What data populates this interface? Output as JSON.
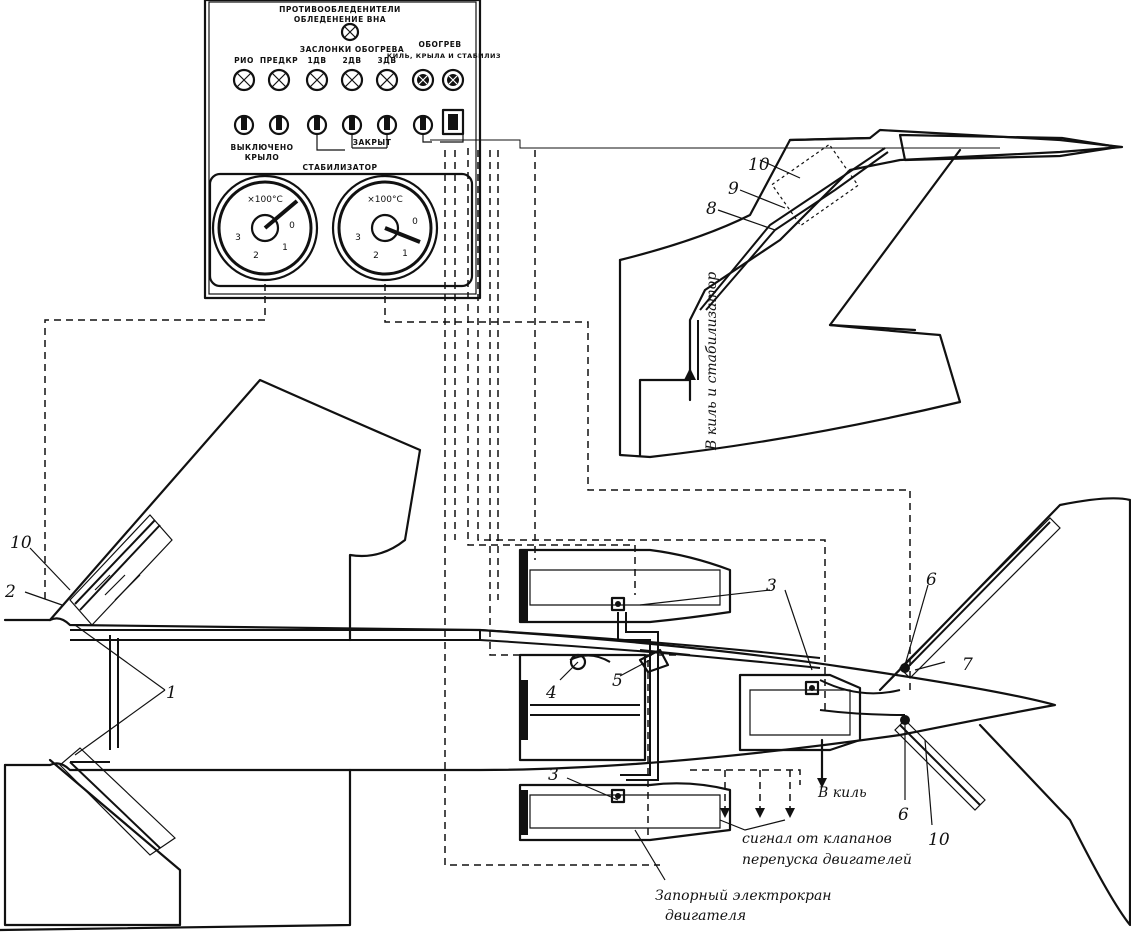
{
  "panel": {
    "title_line1": "ПРОТИВООБЛЕДЕНИТЕЛИ",
    "title_line2": "ОБЛЕДЕНЕНИЕ ВНА",
    "lamp_labels": {
      "rio": "РИО",
      "predkr": "ПРЕДКР",
      "zaslonki": "ЗАСЛОНКИ ОБОГРЕВА",
      "dv1": "1ДВ",
      "dv2": "2ДВ",
      "dv3": "3ДВ",
      "obogrev": "ОБОГРЕВ",
      "obogrev_sub": "КИЛЬ, КРЫЛА И СТАБИЛИЗ"
    },
    "switch_labels": {
      "off_line1": "ВЫКЛЮЧЕНО",
      "off_line2": "КРЫЛО",
      "zakryto": "ЗАКРЫТ",
      "stab": "СТАБИЛИЗАТОР"
    },
    "gauge_unit": "×100°C",
    "gauge_ticks": [
      "3",
      "2",
      "1",
      "0"
    ]
  },
  "callouts": {
    "n1": "1",
    "n2": "2",
    "n3": "3",
    "n4": "4",
    "n5": "5",
    "n6": "6",
    "n7": "7",
    "n8": "8",
    "n9": "9",
    "n10": "10"
  },
  "captions": {
    "to_fin_stab": "В киль и стабилизатор",
    "to_fin": "В киль",
    "bleed_line1": "сигнал от клапанов",
    "bleed_line2": "перепуска двигателей",
    "valve_line1": "Запорный электрокран",
    "valve_line2": "двигателя"
  },
  "colors": {
    "ink": "#111111",
    "paper": "#ffffff"
  }
}
